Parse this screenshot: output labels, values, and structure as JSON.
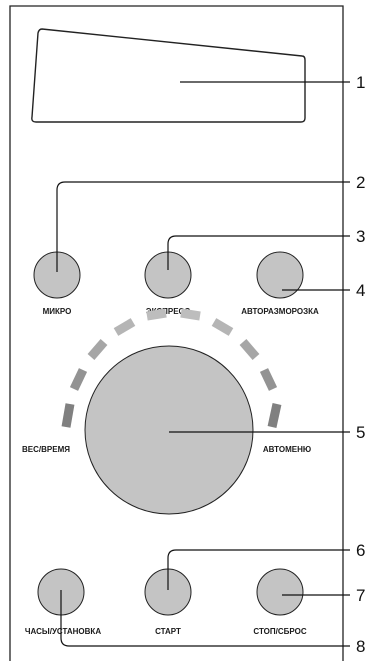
{
  "panel": {
    "buttons": {
      "micro": "МИКРО",
      "express": "ЭКСПРЕСС",
      "auto_defrost": "АВТОРАЗМОРОЗКА",
      "clock": "ЧАСЫ/УСТАНОВКА",
      "start": "СТАРТ",
      "stop": "СТОП/СБРОС"
    },
    "dial": {
      "left_label": "ВЕС/ВРЕМЯ",
      "right_label": "АВТОМЕНЮ"
    }
  },
  "callouts": [
    "1",
    "2",
    "3",
    "4",
    "5",
    "6",
    "7",
    "8"
  ],
  "colors": {
    "panel_border": "#222222",
    "button_fill": "#c4c4c4",
    "dial_fill": "#c4c4c4",
    "dash_light": "#bdbdbd",
    "dash_mid": "#a6a6a6",
    "dash_dark": "#808080"
  }
}
